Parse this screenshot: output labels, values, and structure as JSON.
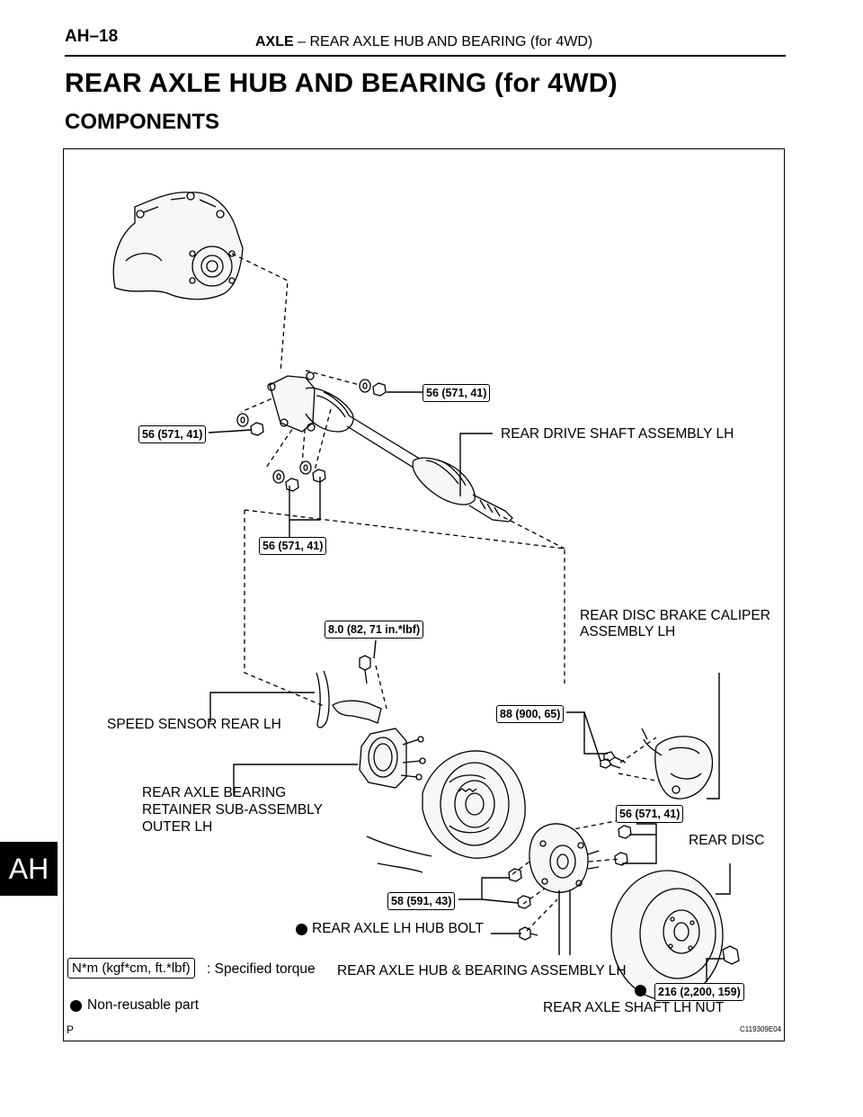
{
  "header": {
    "page_number": "AH–18",
    "section": "AXLE",
    "separator": "–",
    "subtitle": "REAR AXLE HUB AND BEARING (for 4WD)"
  },
  "page_title": "REAR AXLE HUB AND BEARING (for 4WD)",
  "section_title": "COMPONENTS",
  "side_tab": "AH",
  "diagram": {
    "labels": {
      "rear_drive_shaft": "REAR DRIVE SHAFT ASSEMBLY LH",
      "caliper_line1": "REAR DISC BRAKE CALIPER",
      "caliper_line2": "ASSEMBLY LH",
      "speed_sensor": "SPEED SENSOR REAR LH",
      "retainer_line1": "REAR AXLE BEARING",
      "retainer_line2": "RETAINER SUB-ASSEMBLY",
      "retainer_line3": "OUTER LH",
      "rear_disc": "REAR DISC",
      "hub_bolt": "REAR AXLE LH HUB BOLT",
      "hub_bearing": "REAR AXLE HUB & BEARING ASSEMBLY LH",
      "shaft_nut": "REAR AXLE SHAFT LH NUT"
    },
    "torques": {
      "t1": "56 (571, 41)",
      "t2": "56 (571, 41)",
      "t3": "56 (571, 41)",
      "t4": "8.0 (82, 71 in.*lbf)",
      "t5": "88 (900, 65)",
      "t6": "56 (571, 41)",
      "t7": "58 (591, 43)",
      "t8": "216 (2,200, 159)"
    },
    "legend": {
      "torque_box": "N*m (kgf*cm, ft.*lbf)",
      "torque_text": ": Specified torque",
      "nonreusable_text": "Non-reusable part"
    },
    "corner_p": "P",
    "figure_code": "C119309E04"
  }
}
